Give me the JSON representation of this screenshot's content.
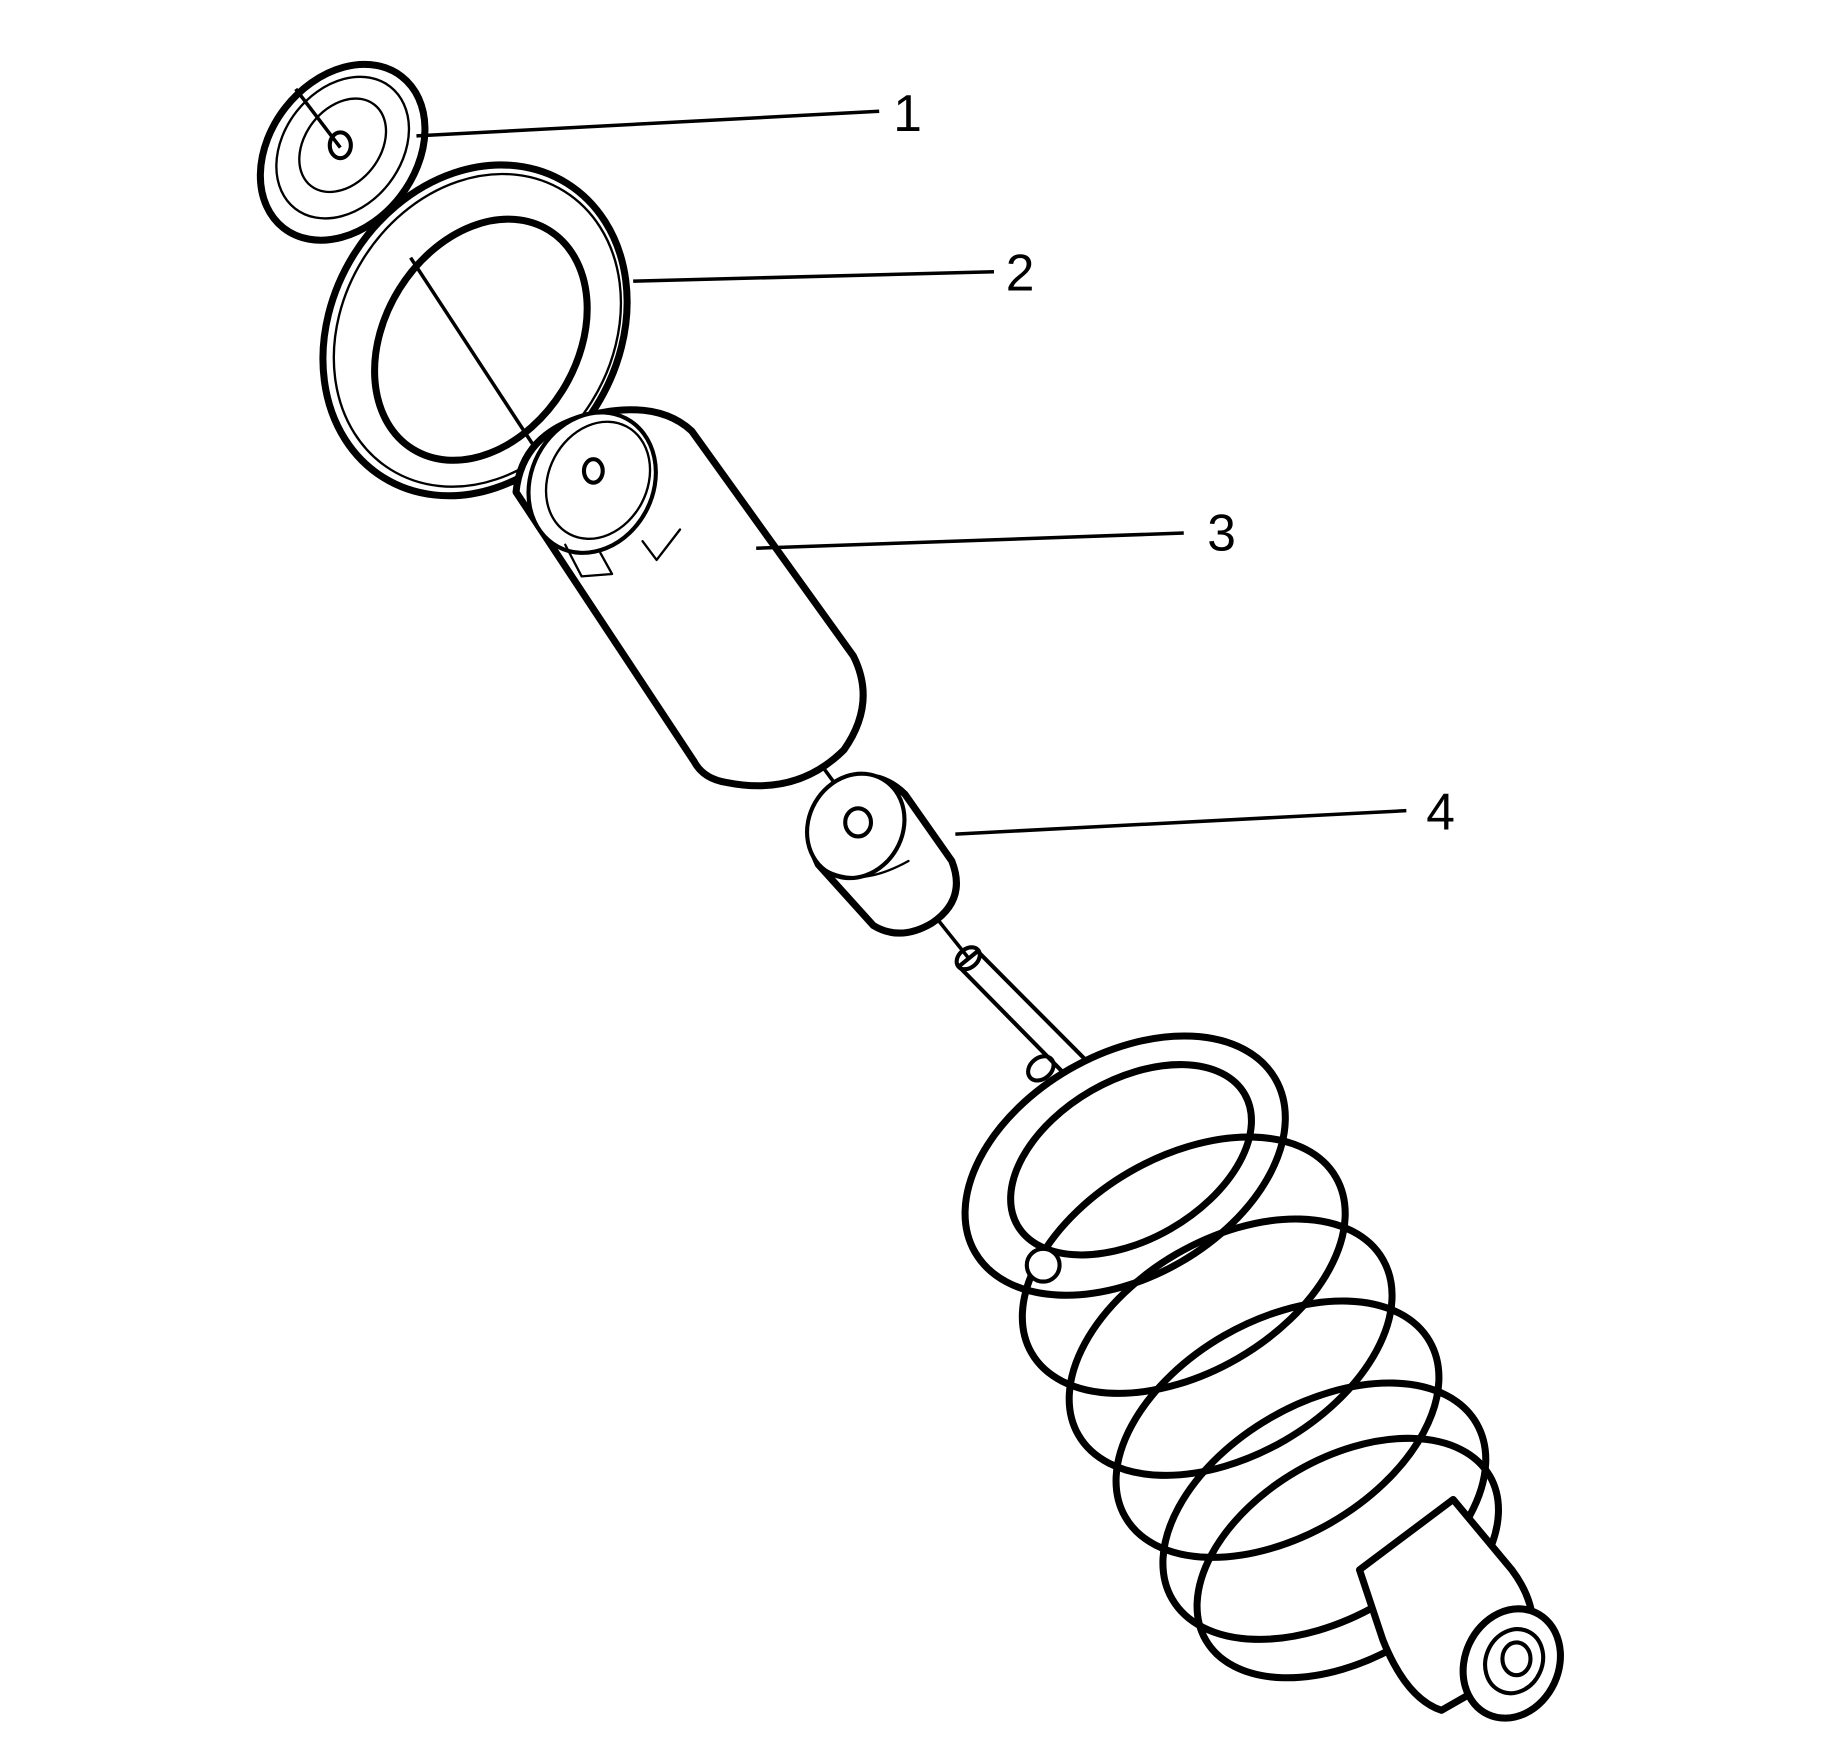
{
  "diagram": {
    "type": "exploded-view line drawing",
    "subject": "coil spring and shock absorber assembly",
    "background_color": "#ffffff",
    "line_color": "#000000",
    "callouts": [
      {
        "id": 1,
        "label": "1",
        "part": "upper insulator / washer"
      },
      {
        "id": 2,
        "label": "2",
        "part": "spring seat insulator ring"
      },
      {
        "id": 3,
        "label": "3",
        "part": "dust shield"
      },
      {
        "id": 4,
        "label": "4",
        "part": "bump stop / jounce bumper"
      }
    ]
  }
}
